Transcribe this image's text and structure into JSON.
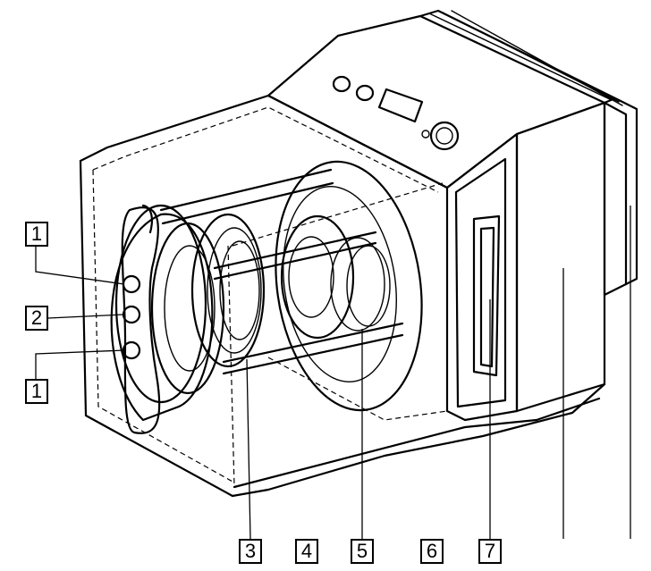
{
  "callouts": [
    {
      "id": "1a",
      "label": "1"
    },
    {
      "id": "2",
      "label": "2"
    },
    {
      "id": "1b",
      "label": "1"
    },
    {
      "id": "3",
      "label": "3"
    },
    {
      "id": "4",
      "label": "4"
    },
    {
      "id": "5",
      "label": "5"
    },
    {
      "id": "6",
      "label": "6"
    },
    {
      "id": "7",
      "label": "7"
    }
  ]
}
